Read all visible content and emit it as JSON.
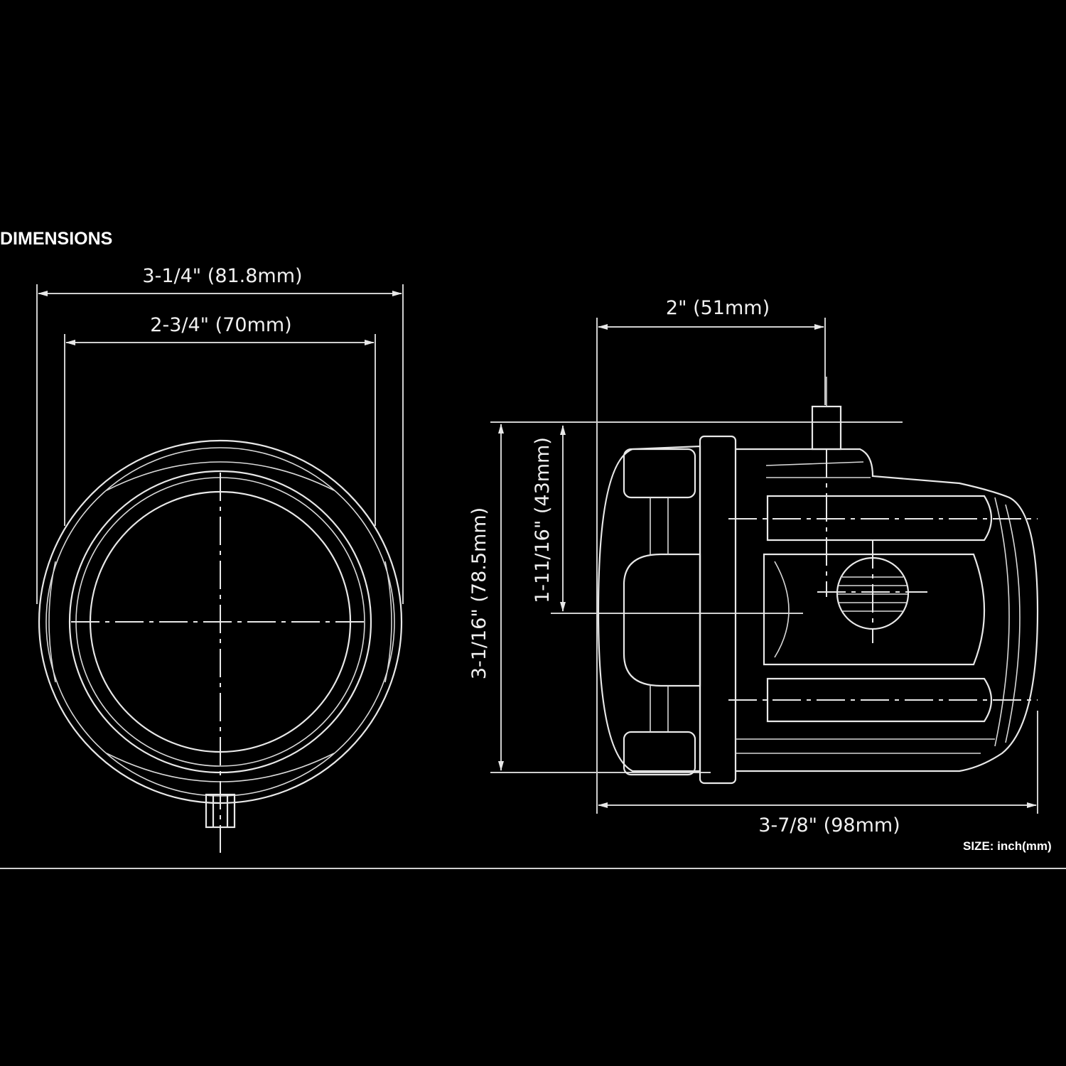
{
  "header": {
    "title": "DIMENSIONS"
  },
  "front_view": {
    "outer_diameter": "3-1/4\" (81.8mm)",
    "inner_diameter": "2-3/4\" (70mm)"
  },
  "side_view": {
    "bracket_offset": "2\" (51mm)",
    "overall_height": "3-1/16\" (78.5mm)",
    "bracket_height": "1-11/16\" (43mm)",
    "overall_length": "3-7/8\" (98mm)"
  },
  "footer": {
    "units_note": "SIZE: inch(mm)"
  },
  "colors": {
    "background": "#000000",
    "lines": "#e8e8e8"
  }
}
